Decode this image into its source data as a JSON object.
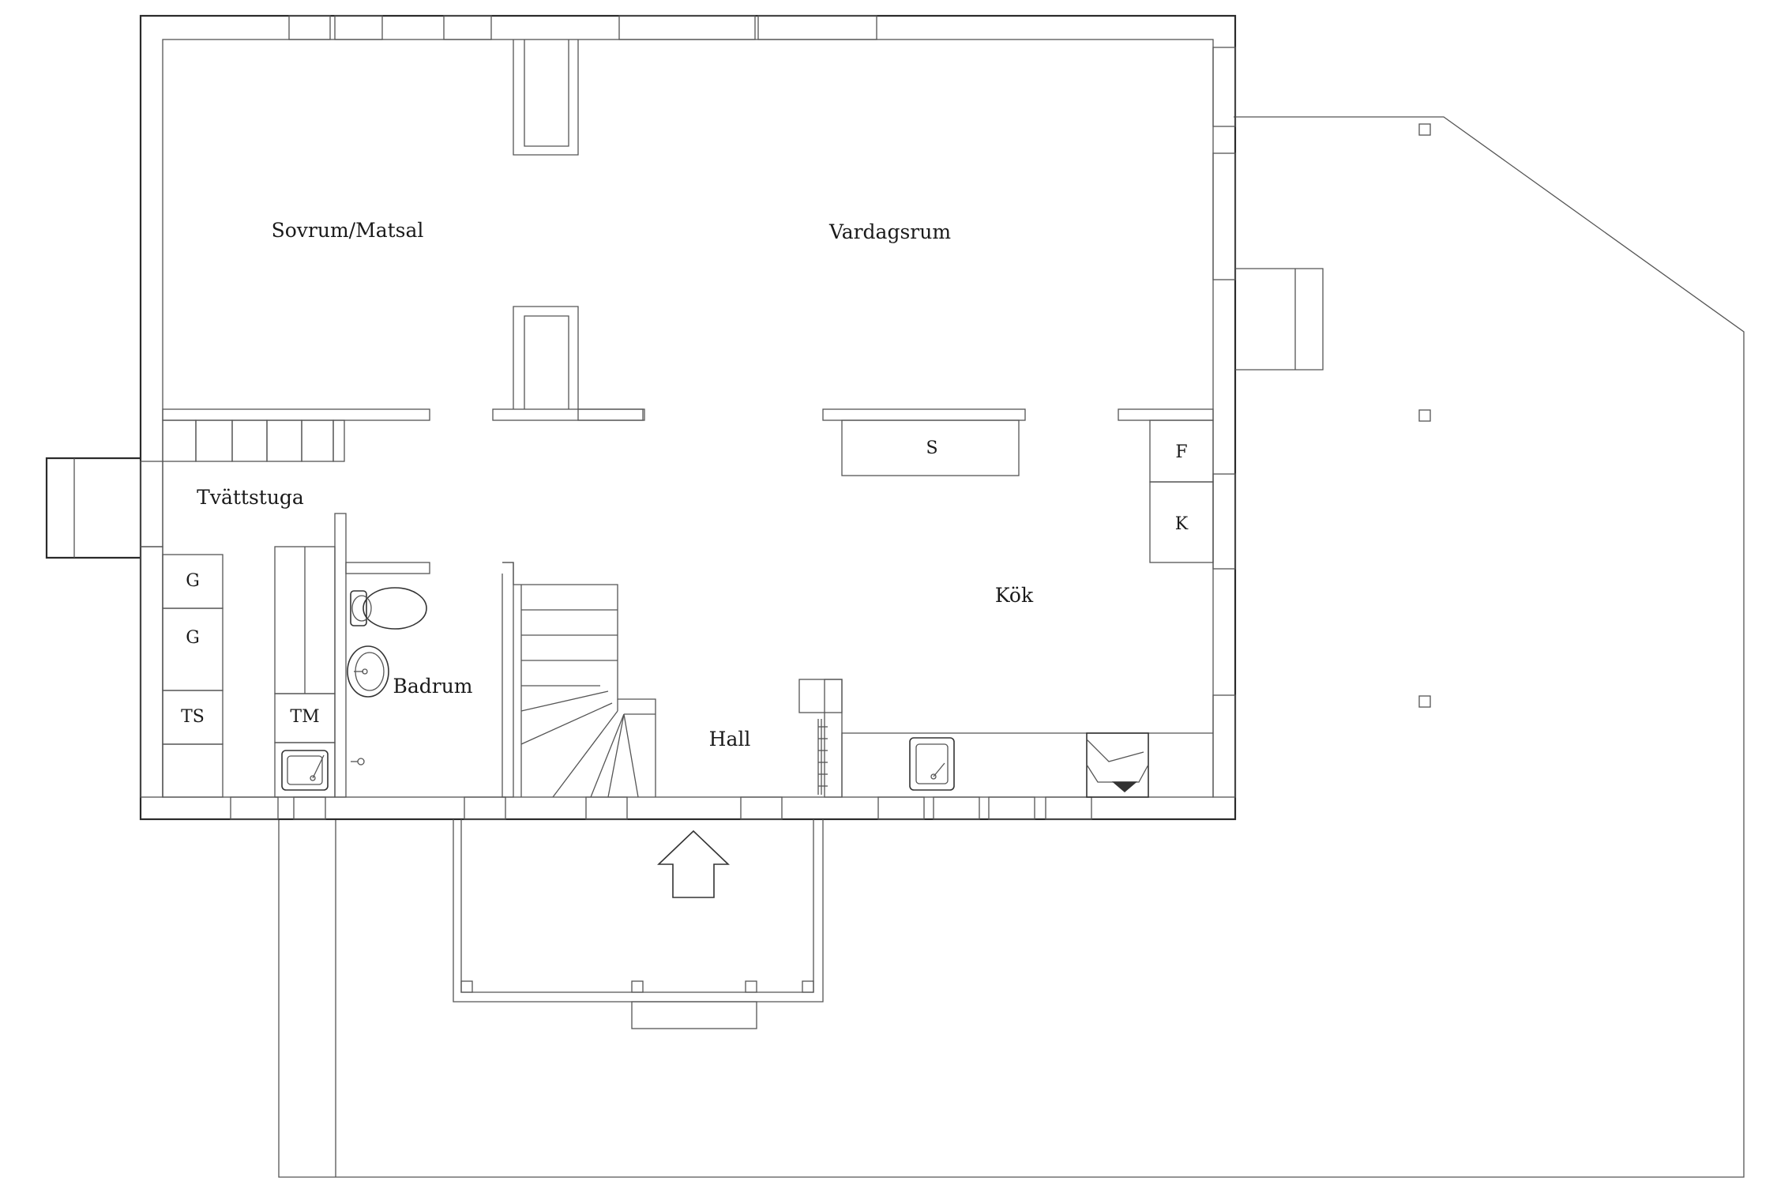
{
  "rooms": {
    "sovrum": "Sovrum/Matsal",
    "vardagsrum": "Vardagsrum",
    "tvattstuga": "Tvättstuga",
    "badrum": "Badrum",
    "hall": "Hall",
    "kok": "Kök"
  },
  "fixtures": {
    "storage": "S",
    "fridge": "F",
    "freezer": "K",
    "cabinet_1": "G",
    "cabinet_2": "G",
    "dryer": "TS",
    "washer": "TM"
  }
}
